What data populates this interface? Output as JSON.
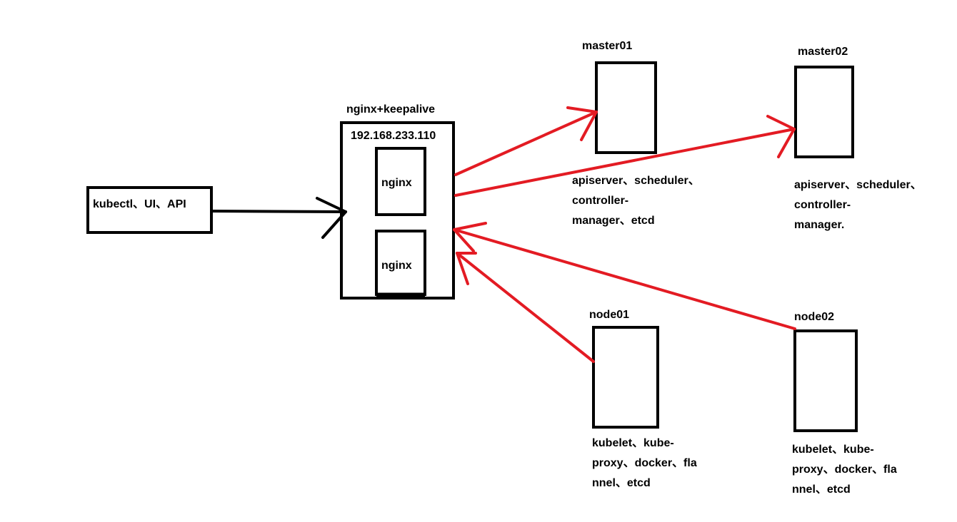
{
  "colors": {
    "line": "#000000",
    "arrow": "#e31b23",
    "background": "#ffffff"
  },
  "client": {
    "label": "kubectl、UI、API"
  },
  "balancer": {
    "title": "nginx+keepalive",
    "vip": "192.168.233.110",
    "nginx_top": "nginx",
    "nginx_bottom": "nginx"
  },
  "master01": {
    "title": "master01",
    "components": [
      "apiserver、scheduler、",
      "controller-",
      "manager、etcd"
    ]
  },
  "master02": {
    "title": "master02",
    "components": [
      "apiserver、scheduler、",
      "controller-",
      "manager."
    ]
  },
  "node01": {
    "title": "node01",
    "components": [
      "kubelet、kube-",
      "proxy、docker、fla",
      "nnel、etcd"
    ]
  },
  "node02": {
    "title": "node02",
    "components": [
      "kubelet、kube-",
      "proxy、docker、fla",
      "nnel、etcd"
    ]
  }
}
